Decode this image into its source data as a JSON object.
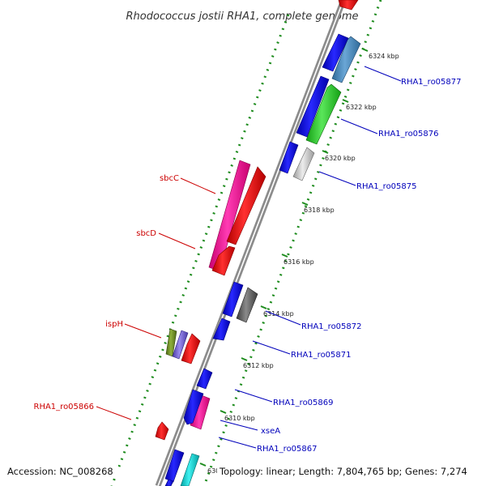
{
  "title": "Rhodococcus jostii RHA1, complete genome",
  "footer": {
    "accession": "Accession: NC_008268",
    "topology": "Topology: linear; Length: 7,804,765 bp; Genes: 7,274"
  },
  "colors": {
    "backbone": "#8c8c8c",
    "tick_dots": "#1e8c1e",
    "label_left": "#cc0000",
    "label_right": "#0000bb"
  },
  "ticks": [
    "6324 kbp",
    "6322 kbp",
    "6320 kbp",
    "6318 kbp",
    "6316 kbp",
    "6314 kbp",
    "6312 kbp",
    "6310 kbp",
    "630"
  ],
  "labels_left": [
    "sbcC",
    "sbcD",
    "ispH",
    "RHA1_ro05866"
  ],
  "labels_right": [
    "RHA1_ro05877",
    "RHA1_ro05876",
    "RHA1_ro05875",
    "RHA1_ro05872",
    "RHA1_ro05871",
    "RHA1_ro05869",
    "xseA",
    "RHA1_ro05867"
  ]
}
